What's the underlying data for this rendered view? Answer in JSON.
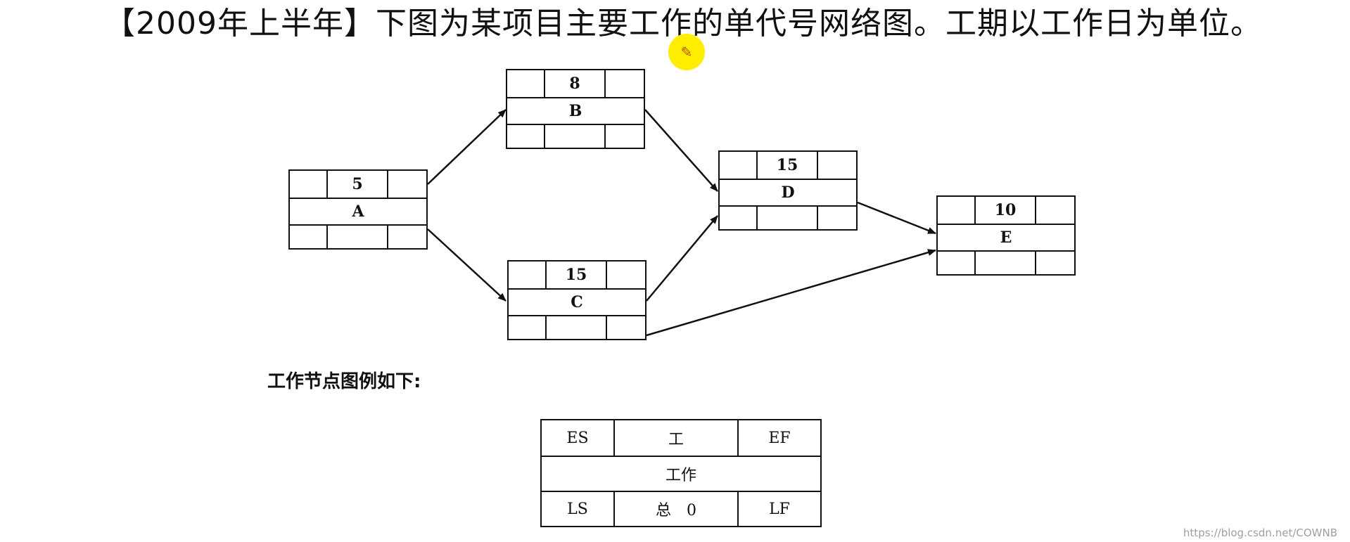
{
  "heading": "【2009年上半年】下图为某项目主要工作的单代号网络图。工期以工作日为单位。",
  "nodes": [
    {
      "id": "A",
      "duration": "5"
    },
    {
      "id": "B",
      "duration": "8"
    },
    {
      "id": "C",
      "duration": "15"
    },
    {
      "id": "D",
      "duration": "15"
    },
    {
      "id": "E",
      "duration": "10"
    }
  ],
  "edges": [
    [
      "A",
      "B"
    ],
    [
      "A",
      "C"
    ],
    [
      "B",
      "D"
    ],
    [
      "C",
      "D"
    ],
    [
      "D",
      "E"
    ],
    [
      "C",
      "E"
    ]
  ],
  "legend": {
    "title": "工作节点图例如下:",
    "es": "ES",
    "top_mid": "工",
    "ef": "EF",
    "middle": "工作",
    "ls": "LS",
    "bottom_mid": "总　0",
    "lf": "LF"
  },
  "watermark": "https://blog.csdn.net/COWNB"
}
